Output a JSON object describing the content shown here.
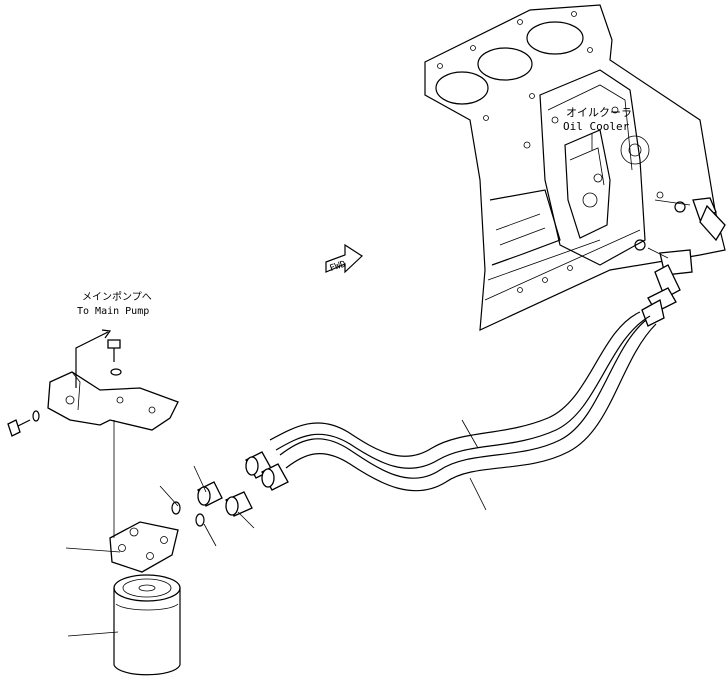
{
  "labels": {
    "oil_cooler_jp": "オイルクーラ",
    "oil_cooler_en": "Oil Cooler",
    "main_pump_jp": "メインポンプへ",
    "main_pump_en": "To Main Pump",
    "fwd": "FWD"
  }
}
